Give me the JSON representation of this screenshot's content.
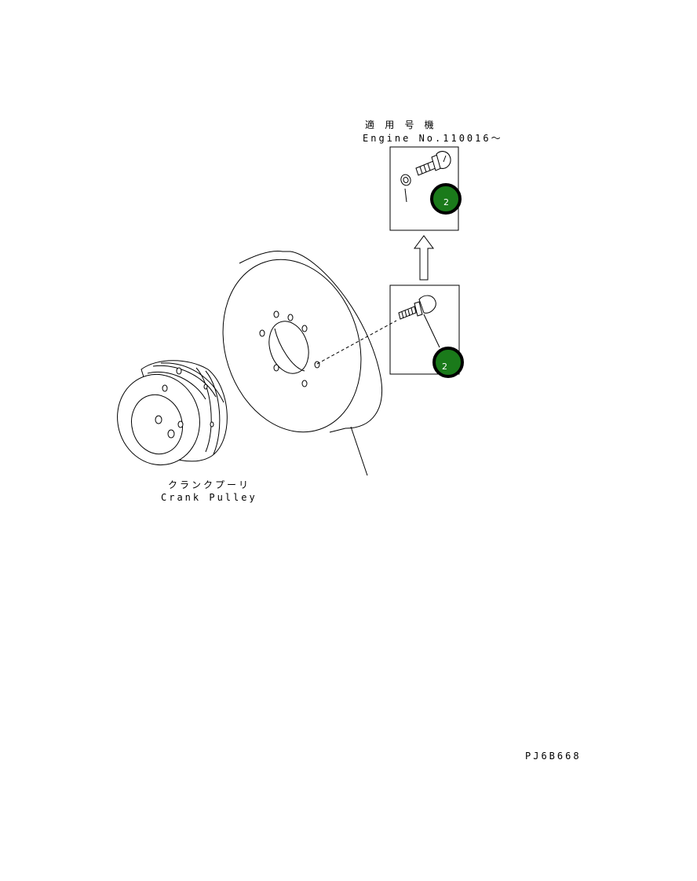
{
  "labels": {
    "applicable_jp": "適 用 号 機",
    "engine_no": "Engine No.110016～",
    "crank_pulley_jp": "クランクプーリ",
    "crank_pulley_en": "Crank Pulley",
    "drawing_code": "PJ6B668"
  },
  "callouts": [
    {
      "number": "2"
    },
    {
      "number": "2"
    }
  ],
  "colors": {
    "callout_fill": "#1a7a1a",
    "callout_stroke": "#000000",
    "line": "#000000"
  }
}
